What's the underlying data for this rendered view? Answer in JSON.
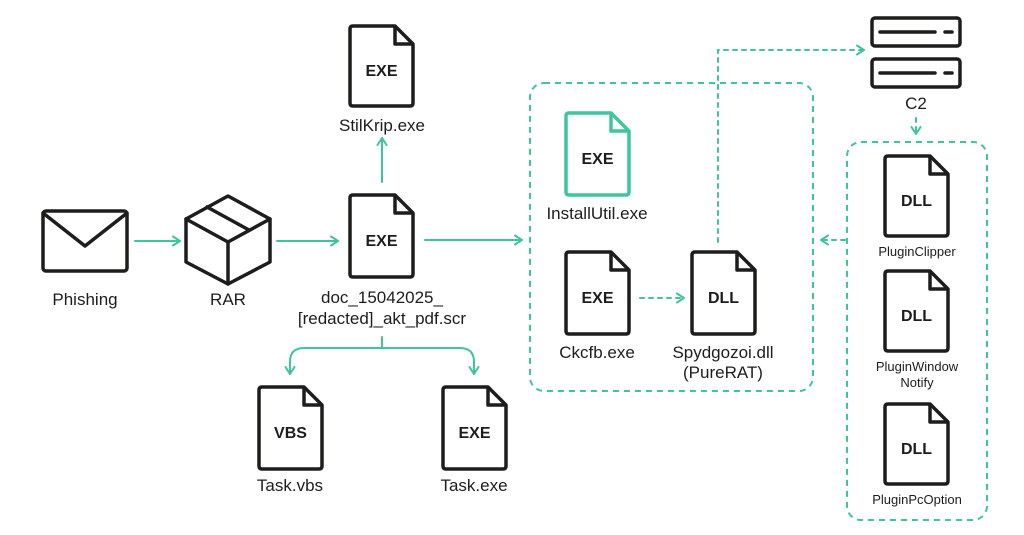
{
  "colors": {
    "accent": "#3dc5a0",
    "outline": "#1d1d1b",
    "background": "#ffffff"
  },
  "icons": {
    "phishing": "envelope-icon",
    "rar": "package-box-icon",
    "c2": "server-icon",
    "file": "file-document-icon"
  },
  "nodes": {
    "phishing": {
      "label": "Phishing"
    },
    "rar": {
      "label": "RAR"
    },
    "stilkrip": {
      "type": "EXE",
      "label": "StilKrip.exe"
    },
    "doc": {
      "type": "EXE",
      "label_line1": "doc_15042025_",
      "label_line2": "[redacted]_akt_pdf.scr"
    },
    "task_vbs": {
      "type": "VBS",
      "label": "Task.vbs"
    },
    "task_exe": {
      "type": "EXE",
      "label": "Task.exe"
    },
    "installutil": {
      "type": "EXE",
      "label": "InstallUtil.exe"
    },
    "ckcfb": {
      "type": "EXE",
      "label": "Ckcfb.exe"
    },
    "spydgozoi": {
      "type": "DLL",
      "label_line1": "Spydgozoi.dll",
      "label_line2": "(PureRAT)"
    },
    "c2": {
      "label": "C2"
    },
    "plugin_clipper": {
      "type": "DLL",
      "label": "PluginClipper"
    },
    "plugin_window": {
      "type": "DLL",
      "label_line1": "PluginWindow",
      "label_line2": "Notify"
    },
    "plugin_pcoption": {
      "type": "DLL",
      "label": "PluginPcOption"
    }
  }
}
